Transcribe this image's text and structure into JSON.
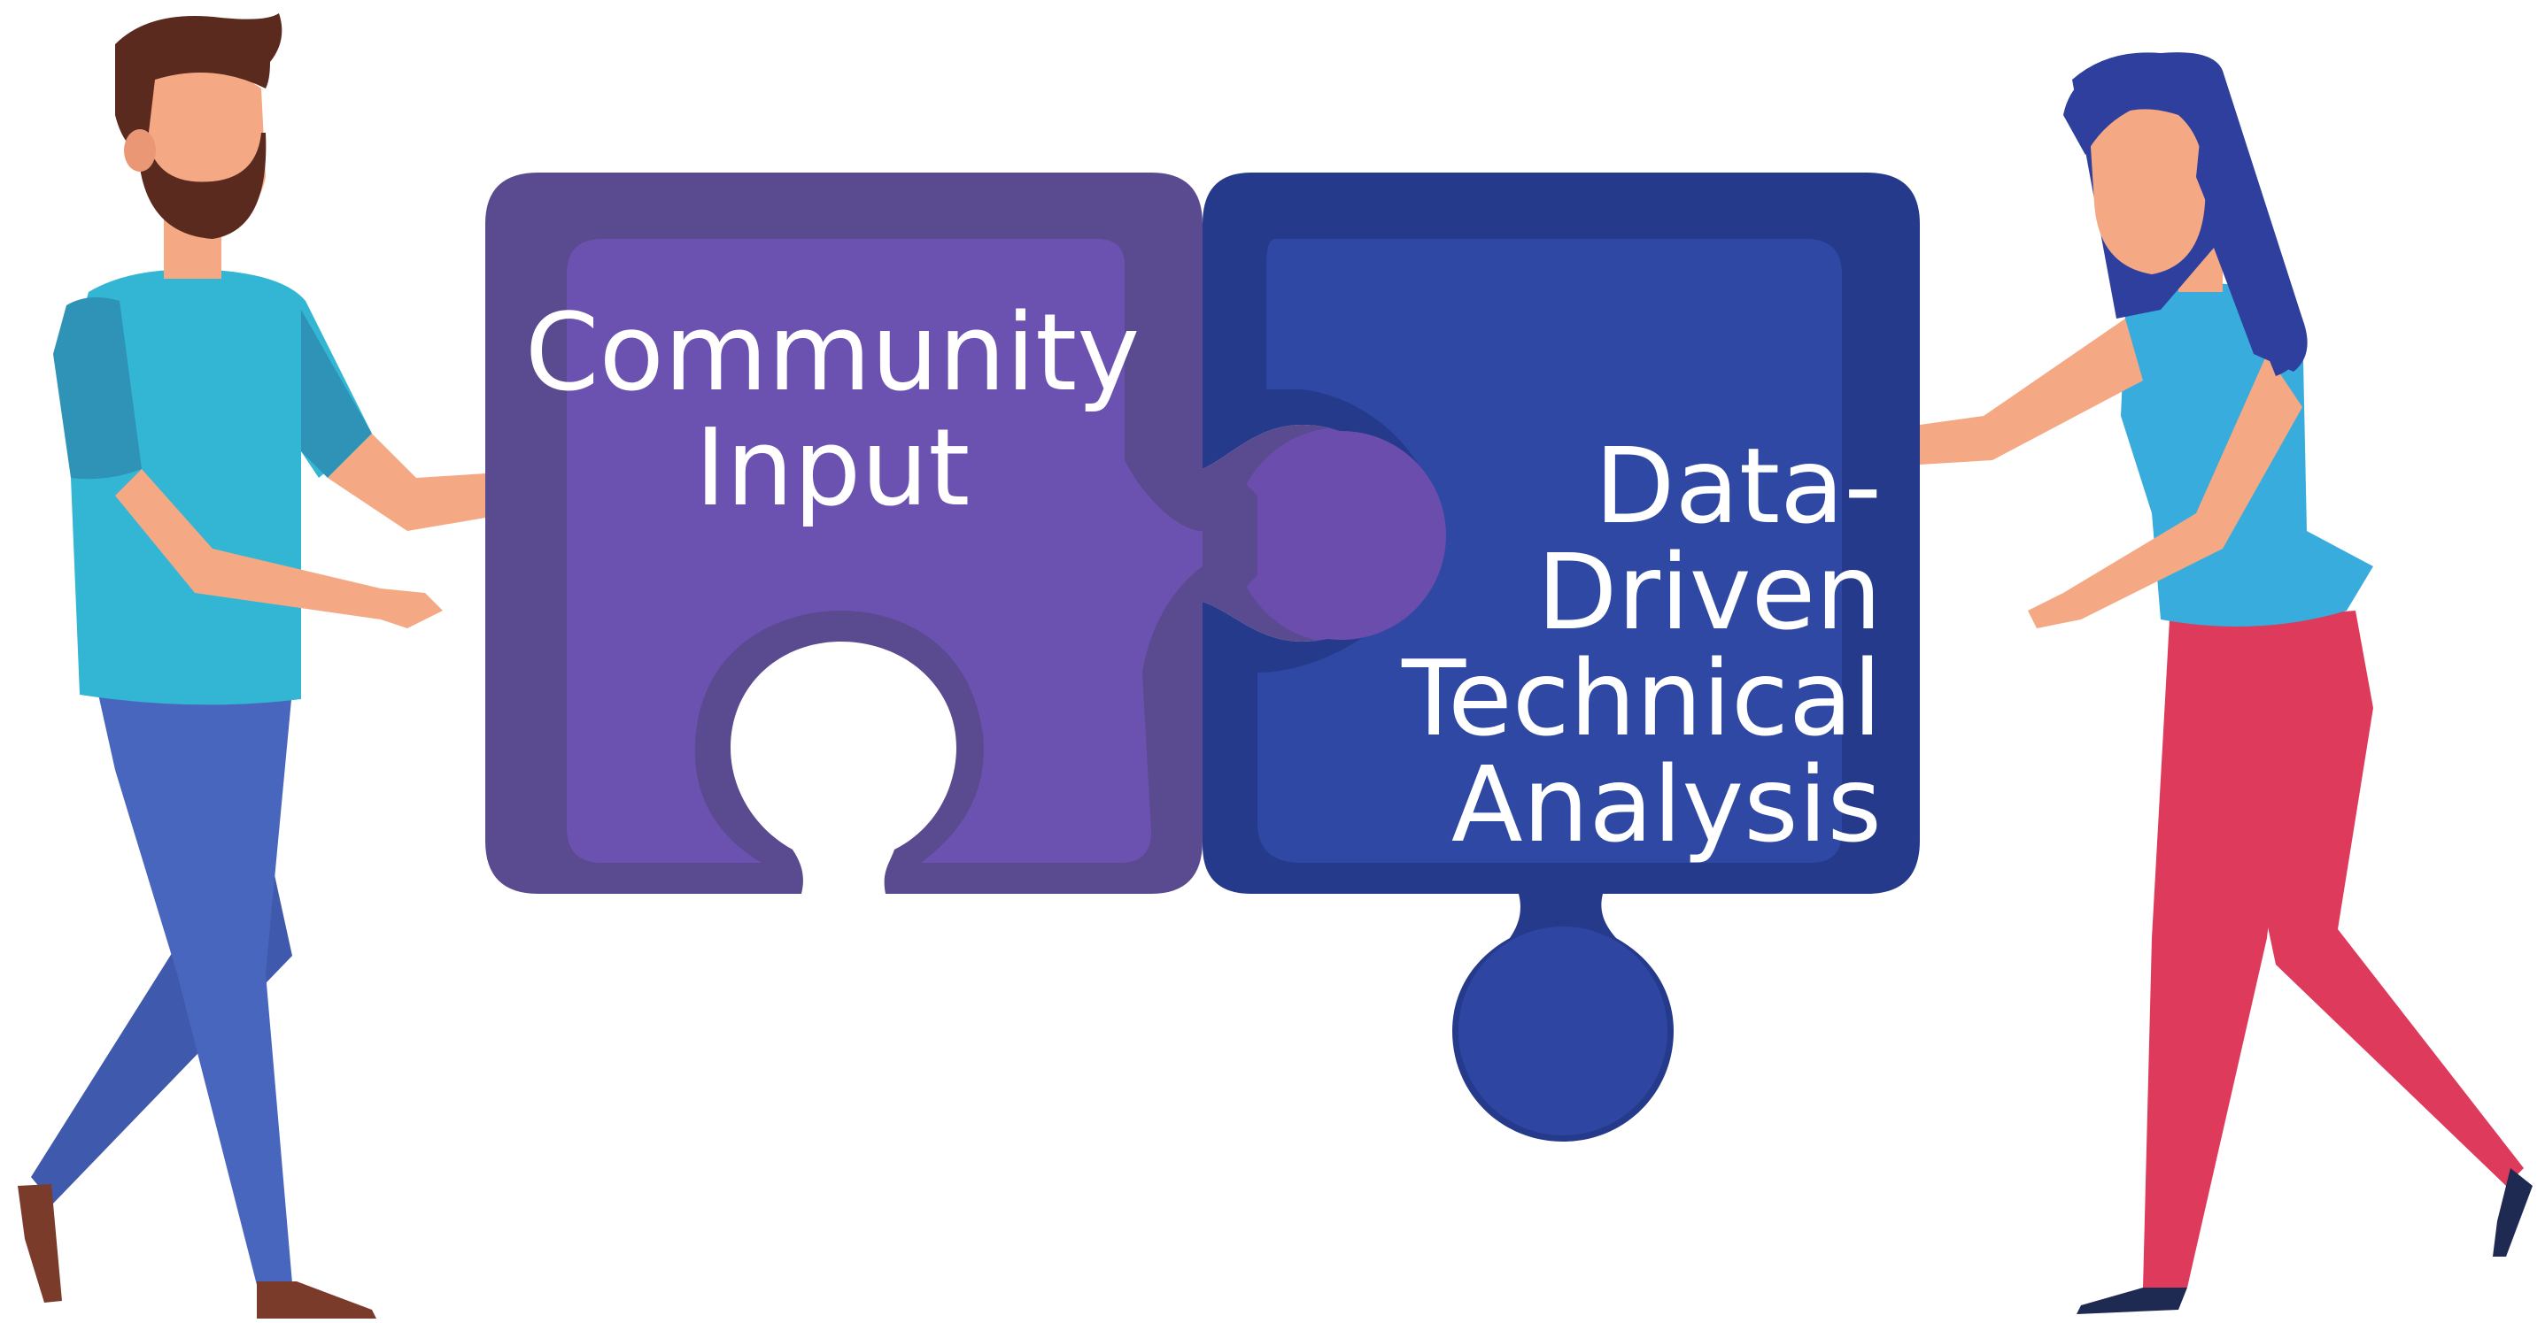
{
  "illustration": {
    "left_piece": {
      "lines": [
        "Community",
        "Input"
      ]
    },
    "right_piece": {
      "lines": [
        "Data-",
        "Driven",
        "Technical",
        "Analysis"
      ]
    }
  },
  "colors": {
    "left_piece": "#6b4fae",
    "left_piece_shade": "#5a4a8f",
    "right_piece": "#2d3f9a",
    "right_piece_shade": "#263a8c",
    "skin": "#f4a984",
    "man_hair": "#5b2a1f",
    "man_shirt": "#33b5d4",
    "man_pants": "#4866bd",
    "woman_hair": "#2f3f9e",
    "woman_shirt": "#38acdc",
    "woman_pants": "#de3a5c",
    "shoes": "#7b3b2a"
  },
  "icons": {
    "man": "man-figure-icon",
    "woman": "woman-figure-icon",
    "left_piece": "puzzle-piece-icon",
    "right_piece": "puzzle-piece-icon"
  }
}
